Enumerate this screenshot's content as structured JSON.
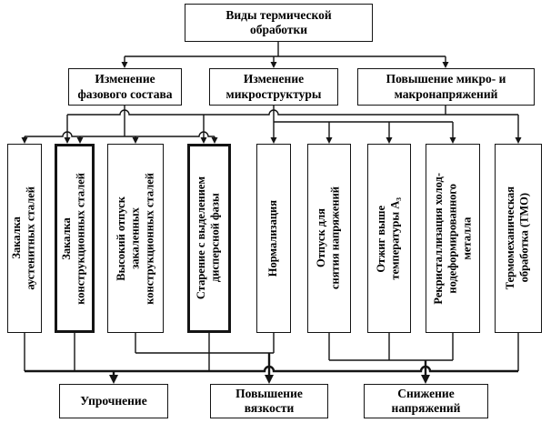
{
  "diagram": {
    "title": "Виды термической\nобработки",
    "level2": [
      {
        "label": "Изменение\nфазового состава"
      },
      {
        "label": "Изменение\nмикроструктуры"
      },
      {
        "label": "Повышение микро- и\nмакронапряжений"
      }
    ],
    "processes": [
      {
        "label": "Закалка\nаустенитных сталей"
      },
      {
        "label": "Закалка\nконструкционных сталей"
      },
      {
        "label": "Высокий отпуск\nзакаленных\nконструкционных сталей"
      },
      {
        "label": "Старение с выделением\nдисперсной фазы"
      },
      {
        "label": "Нормализация"
      },
      {
        "label": "Отпуск для\nснятия напряжений"
      },
      {
        "label": "Отжиг выше\nтемпературы А₃"
      },
      {
        "label": "Рекристаллизация холод-\nнодеформированного\nметалла"
      },
      {
        "label": "Термомеханическая\nобработка (ТМО)"
      }
    ],
    "outcomes": [
      {
        "label": "Упрочнение"
      },
      {
        "label": "Повышение\nвязкости"
      },
      {
        "label": "Снижение\nнапряжений"
      }
    ],
    "colors": {
      "line": "#141414",
      "box_bg": "#ffffff"
    }
  }
}
